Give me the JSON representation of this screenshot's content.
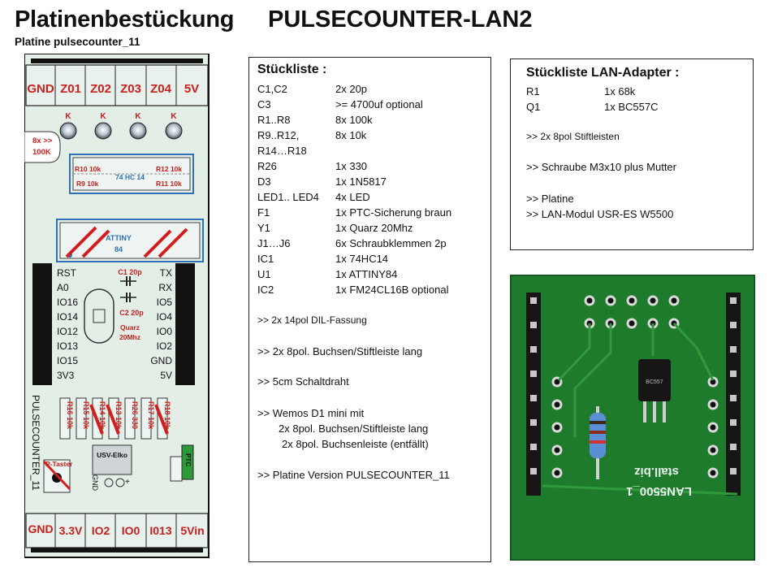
{
  "header": {
    "title": "Platinenbestückung",
    "project": "PULSECOUNTER-LAN2",
    "board": "Platine pulsecounter_11"
  },
  "pcb": {
    "top_terminals": [
      "GND",
      "Z01",
      "Z02",
      "Z03",
      "Z04",
      "5V"
    ],
    "bottom_terminals": [
      "GND",
      "3.3V",
      "IO2",
      "IO0",
      "I013",
      "5Vin"
    ],
    "led_labels": [
      "K",
      "K",
      "K",
      "K"
    ],
    "note_8x": "8x >>",
    "note_100k": "100K",
    "r10": "R10 10k",
    "r9": "R9 10k",
    "r12": "R12 10k",
    "r11": "R11 10k",
    "ic1": "74 HC 14",
    "u1_line1": "ATTINY",
    "u1_line2": "84",
    "c1": "C1 20p",
    "c2": "C2 20p",
    "quarz_line1": "Quarz",
    "quarz_line2": "20Mhz",
    "wemos_left": [
      "RST",
      "A0",
      "IO16",
      "IO14",
      "IO12",
      "IO13",
      "IO15",
      "3V3"
    ],
    "wemos_right": [
      "TX",
      "RX",
      "IO5",
      "IO4",
      "IO0",
      "IO2",
      "GND",
      "5V"
    ],
    "resistors": [
      "R16 10k",
      "R15 10k",
      "R14 10k",
      "R13 10k",
      "R26 330",
      "R17 10k",
      "R18 10k"
    ],
    "board_name": "PULSECOUNTER_11",
    "taster": "P-Taster",
    "usv": "USV-Elko",
    "gnd_pin": "GND",
    "plus_pin": "+",
    "ptc": "PTC"
  },
  "parts_list": {
    "title": "Stückliste :",
    "rows": [
      {
        "ref": "C1,C2",
        "value": "2x 20p"
      },
      {
        "ref": "C3",
        "value": ">=  4700uf optional"
      },
      {
        "ref": "R1..R8",
        "value": "8x 100k"
      },
      {
        "ref": "R9..R12,",
        "value": "8x 10k"
      },
      {
        "ref": "R14…R18",
        "value": ""
      },
      {
        "ref": "R26",
        "value": "1x 330"
      },
      {
        "ref": "D3",
        "value": "1x 1N5817"
      },
      {
        "ref": "LED1.. LED4",
        "value": "4x LED"
      },
      {
        "ref": "F1",
        "value": "1x  PTC-Sicherung braun"
      },
      {
        "ref": "Y1",
        "value": "1x Quarz 20Mhz"
      },
      {
        "ref": "J1…J6",
        "value": "6x Schraubklemmen  2p"
      },
      {
        "ref": "IC1",
        "value": "1x 74HC14"
      },
      {
        "ref": "U1",
        "value": "1x ATTINY84"
      },
      {
        "ref": "IC2",
        "value": "1x FM24CL16B optional"
      }
    ],
    "notes": [
      ">>  2x 14pol DIL-Fassung",
      ">>  2x 8pol. Buchsen/Stiftleiste lang",
      ">>  5cm Schaltdraht",
      ">>  Wemos D1 mini mit",
      "2x 8pol.  Buchsen/Stiftleiste lang",
      "2x 8pol. Buchsenleiste  (entfällt)",
      ">>  Platine  Version PULSECOUNTER_11"
    ]
  },
  "lan_list": {
    "title": "Stückliste LAN-Adapter  :",
    "rows": [
      {
        "ref": "R1",
        "value": "1x 68k"
      },
      {
        "ref": "Q1",
        "value": "1x BC557C"
      }
    ],
    "notes": [
      ">>  2x 8pol Stiftleisten",
      ">>  Schraube M3x10 plus Mutter",
      ">>  Platine",
      ">>  LAN-Modul  USR-ES W5500"
    ]
  },
  "photo": {
    "silk_1": "stall.biz",
    "silk_2": "LAN5500_1",
    "transistor": "BC557"
  },
  "colors": {
    "pcb_bg": "#e3eee7",
    "label_red": "#c8201e",
    "label_blue": "#2f6fb4",
    "photo_green": "#1f7b2c"
  }
}
